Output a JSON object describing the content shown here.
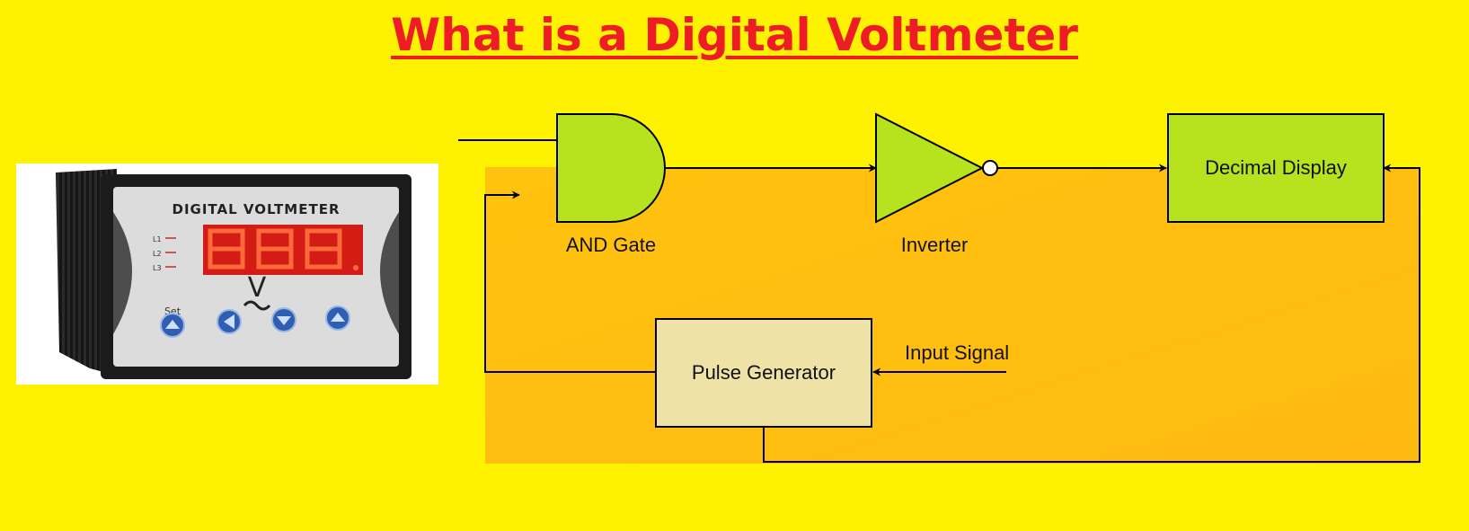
{
  "title": "What is a Digital Voltmeter",
  "meter": {
    "label": "DIGITAL VOLTMETER",
    "unit_symbol": "V",
    "set_label": "Set",
    "indicator_labels": [
      "L1",
      "L2",
      "L3"
    ]
  },
  "diagram": {
    "and_gate_label": "AND Gate",
    "inverter_label": "Inverter",
    "decimal_display_label": "Decimal Display",
    "pulse_generator_label": "Pulse Generator",
    "input_signal_label": "Input Signal"
  },
  "colors": {
    "background": "#FFF200",
    "title": "#EE1C24",
    "panel": "#FFC712",
    "gate_fill": "#B7E21E",
    "pulse_fill": "#EFE2A6"
  }
}
